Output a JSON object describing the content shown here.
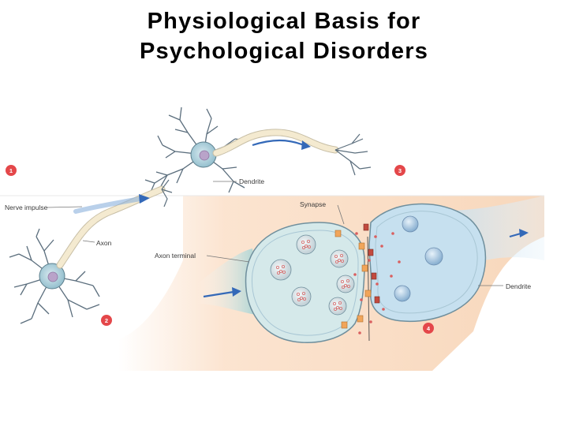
{
  "slide": {
    "title_line1": "Physiological Basis for",
    "title_line2": "Psychological Disorders"
  },
  "diagram": {
    "labels": {
      "dendrite_top": "Dendrite",
      "nerve_impulse": "Nerve impulse",
      "axon": "Axon",
      "axon_terminal": "Axon terminal",
      "synapse": "Synapse",
      "dendrite_right": "Dendrite"
    },
    "step_markers": [
      "1",
      "2",
      "3",
      "4"
    ],
    "colors": {
      "marker": "#e4474a",
      "neuron_body": "#a7cbd6",
      "nucleus": "#b9a3c9",
      "myelin": "#f4ead0",
      "terminal_fill": "#d5e9ea",
      "receiving_fill": "#c6e0ef",
      "arrow": "#3469b8",
      "background_wash": "#f8d8bd"
    }
  }
}
